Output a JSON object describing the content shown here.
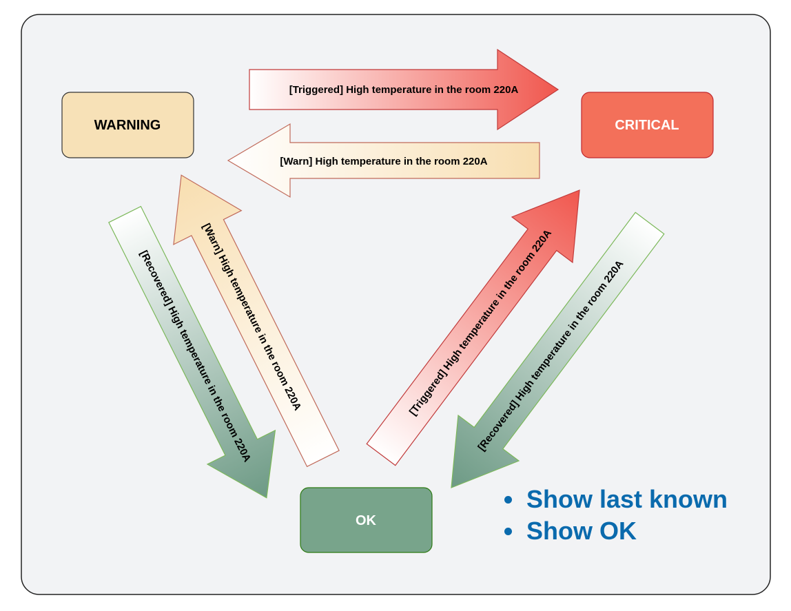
{
  "states": {
    "warning": {
      "label": "WARNING",
      "fill": "#f7e1b7",
      "stroke": "#333333",
      "text_color": "#000000"
    },
    "critical": {
      "label": "CRITICAL",
      "fill": "#f3705a",
      "stroke": "#c0282e",
      "text_color": "#ffffff"
    },
    "ok": {
      "label": "OK",
      "fill": "#78a48b",
      "stroke": "#2d7a13",
      "text_color": "#ffffff"
    }
  },
  "transitions": {
    "warning_to_critical": "[Triggered]  High temperature in the room 220A",
    "critical_to_warning": "[Warn]  High temperature in the room 220A",
    "ok_to_warning": "[Warn]  High temperature in the room 220A",
    "warning_to_ok": "[Recovered]  High temperature in the room 220A",
    "ok_to_critical": "[Triggered]  High temperature in the room 220A",
    "critical_to_ok": "[Recovered]  High temperature in the room 220A"
  },
  "options": {
    "items": [
      "Show last known",
      "Show OK"
    ],
    "color": "#0a6aad"
  },
  "colors": {
    "canvas_bg": "#f2f3f5",
    "canvas_border": "#222222",
    "red_arrow": "#f0574e",
    "red_arrow_stroke": "#c13a3a",
    "cream_arrow": "#f8deb0",
    "cream_arrow_stroke": "#c06a5a",
    "green_arrow": "#6d9a85",
    "green_arrow_stroke": "#7cb85a"
  }
}
